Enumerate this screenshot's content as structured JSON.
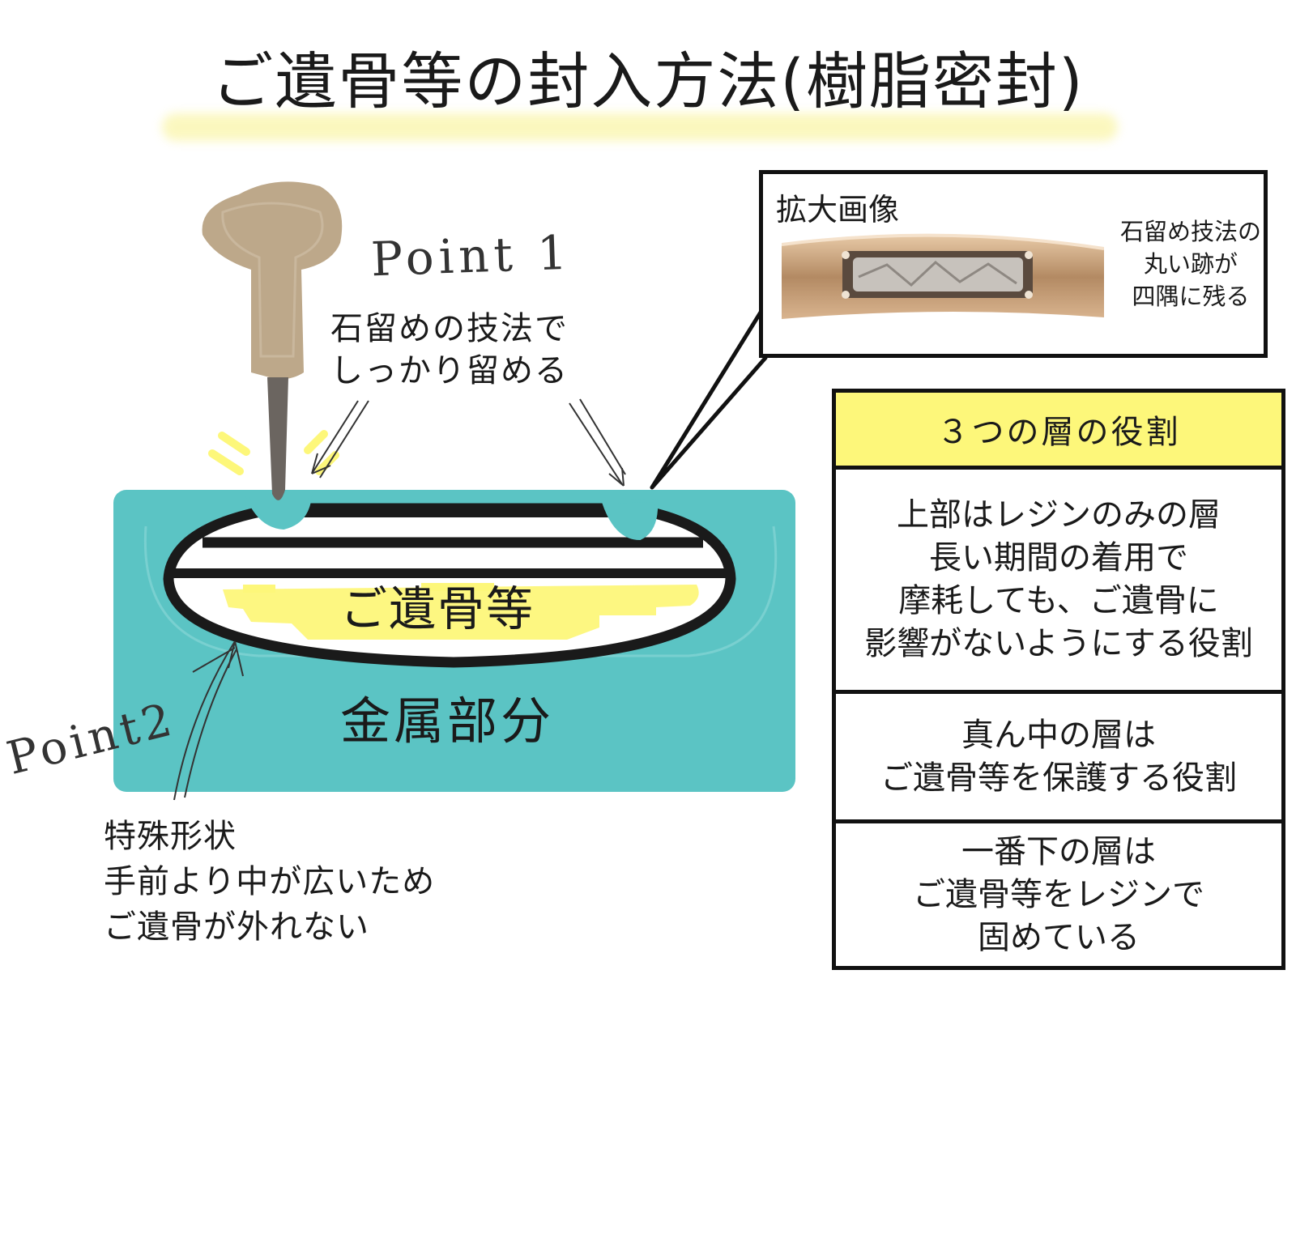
{
  "title": "ご遺骨等の封入方法(樹脂密封)",
  "point1": {
    "label": "Point 1",
    "lines": [
      "石留めの技法で",
      "しっかり留める"
    ]
  },
  "point2": {
    "label": "Point2",
    "lines": [
      "特殊形状",
      "手前より中が広いため",
      "ご遺骨が外れない"
    ]
  },
  "diagram": {
    "bones_label": "ご遺骨等",
    "metal_label": "金属部分",
    "colors": {
      "metal": "#5bc4c4",
      "highlight": "#fdf77a",
      "tool_handle": "#bda88a",
      "tool_shaft": "#6b6560",
      "outline": "#1a1a1a"
    }
  },
  "zoom": {
    "title": "拡大画像",
    "caption": [
      "石留め技法の",
      "丸い跡が",
      "四隅に残る"
    ]
  },
  "roles": {
    "header": "３つの層の役割",
    "top": [
      "上部はレジンのみの層",
      "長い期間の着用で",
      "摩耗しても、ご遺骨に",
      "影響がないようにする役割"
    ],
    "middle": [
      "真ん中の層は",
      "ご遺骨等を保護する役割"
    ],
    "bottom": [
      "一番下の層は",
      "ご遺骨等をレジンで",
      "固めている"
    ]
  }
}
